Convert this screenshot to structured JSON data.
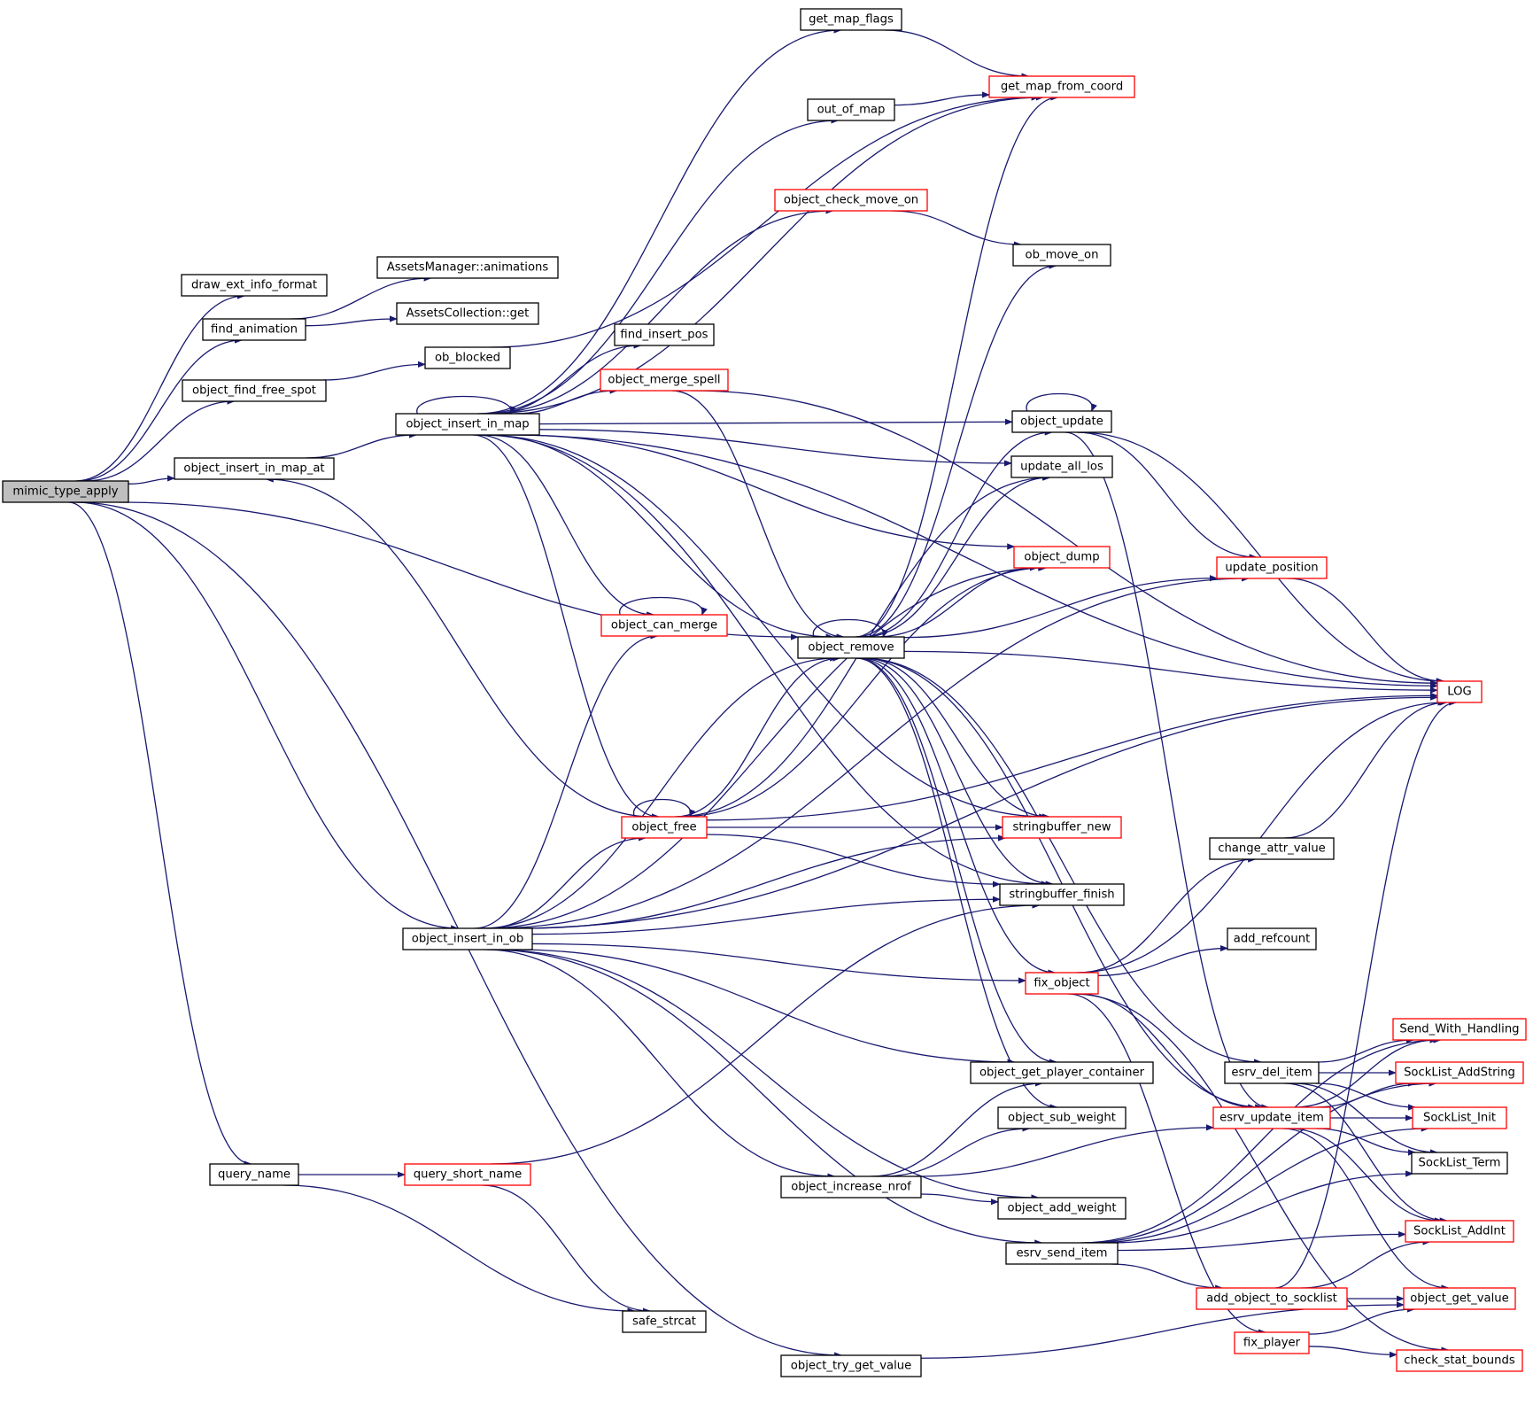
{
  "graph": {
    "root": "mimic_type_apply",
    "colors": {
      "edge": "#191970",
      "node_border": "#000000",
      "truncated_node_border": "#ff0000",
      "root_fill": "#bfbfbf"
    },
    "nodes": [
      {
        "id": "mimic_type_apply",
        "label": "mimic_type_apply",
        "style": "root"
      },
      {
        "id": "draw_ext_info_format",
        "label": "draw_ext_info_format",
        "style": "normal"
      },
      {
        "id": "find_animation",
        "label": "find_animation",
        "style": "normal"
      },
      {
        "id": "object_find_free_spot",
        "label": "object_find_free_spot",
        "style": "normal"
      },
      {
        "id": "object_insert_in_map_at",
        "label": "object_insert_in_map_at",
        "style": "normal"
      },
      {
        "id": "object_insert_in_ob",
        "label": "object_insert_in_ob",
        "style": "normal"
      },
      {
        "id": "query_name",
        "label": "query_name",
        "style": "normal"
      },
      {
        "id": "object_try_get_value",
        "label": "object_try_get_value",
        "style": "normal"
      },
      {
        "id": "AssetsManager_animations",
        "label": "AssetsManager::animations",
        "style": "normal"
      },
      {
        "id": "AssetsCollection_get",
        "label": "AssetsCollection::get",
        "style": "normal"
      },
      {
        "id": "ob_blocked",
        "label": "ob_blocked",
        "style": "normal"
      },
      {
        "id": "object_insert_in_map",
        "label": "object_insert_in_map",
        "style": "normal"
      },
      {
        "id": "find_insert_pos",
        "label": "find_insert_pos",
        "style": "normal"
      },
      {
        "id": "object_merge_spell",
        "label": "object_merge_spell",
        "style": "red"
      },
      {
        "id": "object_can_merge",
        "label": "object_can_merge",
        "style": "red"
      },
      {
        "id": "object_free",
        "label": "object_free",
        "style": "red"
      },
      {
        "id": "query_short_name",
        "label": "query_short_name",
        "style": "red"
      },
      {
        "id": "safe_strcat",
        "label": "safe_strcat",
        "style": "normal"
      },
      {
        "id": "get_map_flags",
        "label": "get_map_flags",
        "style": "normal"
      },
      {
        "id": "out_of_map",
        "label": "out_of_map",
        "style": "normal"
      },
      {
        "id": "object_check_move_on",
        "label": "object_check_move_on",
        "style": "red"
      },
      {
        "id": "object_remove",
        "label": "object_remove",
        "style": "normal"
      },
      {
        "id": "object_increase_nrof",
        "label": "object_increase_nrof",
        "style": "normal"
      },
      {
        "id": "get_map_from_coord",
        "label": "get_map_from_coord",
        "style": "red"
      },
      {
        "id": "ob_move_on",
        "label": "ob_move_on",
        "style": "normal"
      },
      {
        "id": "object_update",
        "label": "object_update",
        "style": "normal"
      },
      {
        "id": "update_all_los",
        "label": "update_all_los",
        "style": "normal"
      },
      {
        "id": "object_dump",
        "label": "object_dump",
        "style": "red"
      },
      {
        "id": "stringbuffer_new",
        "label": "stringbuffer_new",
        "style": "red"
      },
      {
        "id": "stringbuffer_finish",
        "label": "stringbuffer_finish",
        "style": "normal"
      },
      {
        "id": "fix_object",
        "label": "fix_object",
        "style": "red"
      },
      {
        "id": "object_get_player_container",
        "label": "object_get_player_container",
        "style": "normal"
      },
      {
        "id": "object_sub_weight",
        "label": "object_sub_weight",
        "style": "normal"
      },
      {
        "id": "object_add_weight",
        "label": "object_add_weight",
        "style": "normal"
      },
      {
        "id": "esrv_send_item",
        "label": "esrv_send_item",
        "style": "normal"
      },
      {
        "id": "update_position",
        "label": "update_position",
        "style": "red"
      },
      {
        "id": "change_attr_value",
        "label": "change_attr_value",
        "style": "normal"
      },
      {
        "id": "add_refcount",
        "label": "add_refcount",
        "style": "normal"
      },
      {
        "id": "esrv_del_item",
        "label": "esrv_del_item",
        "style": "normal"
      },
      {
        "id": "esrv_update_item",
        "label": "esrv_update_item",
        "style": "red"
      },
      {
        "id": "add_object_to_socklist",
        "label": "add_object_to_socklist",
        "style": "red"
      },
      {
        "id": "fix_player",
        "label": "fix_player",
        "style": "red"
      },
      {
        "id": "LOG",
        "label": "LOG",
        "style": "red"
      },
      {
        "id": "Send_With_Handling",
        "label": "Send_With_Handling",
        "style": "red"
      },
      {
        "id": "SockList_AddString",
        "label": "SockList_AddString",
        "style": "red"
      },
      {
        "id": "SockList_Init",
        "label": "SockList_Init",
        "style": "red"
      },
      {
        "id": "SockList_Term",
        "label": "SockList_Term",
        "style": "normal"
      },
      {
        "id": "SockList_AddInt",
        "label": "SockList_AddInt",
        "style": "red"
      },
      {
        "id": "object_get_value",
        "label": "object_get_value",
        "style": "red"
      },
      {
        "id": "check_stat_bounds",
        "label": "check_stat_bounds",
        "style": "red"
      }
    ],
    "edges": [
      [
        "mimic_type_apply",
        "draw_ext_info_format"
      ],
      [
        "mimic_type_apply",
        "find_animation"
      ],
      [
        "mimic_type_apply",
        "object_find_free_spot"
      ],
      [
        "mimic_type_apply",
        "object_insert_in_map_at"
      ],
      [
        "mimic_type_apply",
        "object_remove"
      ],
      [
        "mimic_type_apply",
        "object_insert_in_ob"
      ],
      [
        "mimic_type_apply",
        "query_name"
      ],
      [
        "mimic_type_apply",
        "object_try_get_value"
      ],
      [
        "find_animation",
        "AssetsManager_animations"
      ],
      [
        "find_animation",
        "AssetsCollection_get"
      ],
      [
        "object_find_free_spot",
        "ob_blocked"
      ],
      [
        "ob_blocked",
        "get_map_from_coord"
      ],
      [
        "object_insert_in_map_at",
        "object_insert_in_map"
      ],
      [
        "object_insert_in_map",
        "object_insert_in_map"
      ],
      [
        "object_insert_in_map",
        "get_map_flags"
      ],
      [
        "object_insert_in_map",
        "get_map_from_coord"
      ],
      [
        "object_insert_in_map",
        "out_of_map"
      ],
      [
        "object_insert_in_map",
        "LOG"
      ],
      [
        "object_insert_in_map",
        "object_check_move_on"
      ],
      [
        "object_insert_in_map",
        "object_update"
      ],
      [
        "object_insert_in_map",
        "update_all_los"
      ],
      [
        "object_insert_in_map",
        "find_insert_pos"
      ],
      [
        "object_insert_in_map",
        "object_merge_spell"
      ],
      [
        "object_insert_in_map",
        "object_dump"
      ],
      [
        "object_insert_in_map",
        "object_can_merge"
      ],
      [
        "object_insert_in_map",
        "object_remove"
      ],
      [
        "object_insert_in_map",
        "object_free"
      ],
      [
        "object_insert_in_map",
        "stringbuffer_new"
      ],
      [
        "object_insert_in_map",
        "stringbuffer_finish"
      ],
      [
        "object_merge_spell",
        "LOG"
      ],
      [
        "object_merge_spell",
        "object_remove"
      ],
      [
        "object_can_merge",
        "object_can_merge"
      ],
      [
        "object_free",
        "object_free"
      ],
      [
        "object_free",
        "object_insert_in_map_at"
      ],
      [
        "object_free",
        "update_all_los"
      ],
      [
        "object_free",
        "object_dump"
      ],
      [
        "object_free",
        "object_remove"
      ],
      [
        "object_free",
        "LOG"
      ],
      [
        "object_free",
        "stringbuffer_new"
      ],
      [
        "object_free",
        "stringbuffer_finish"
      ],
      [
        "object_insert_in_ob",
        "object_can_merge"
      ],
      [
        "object_insert_in_ob",
        "object_free"
      ],
      [
        "object_insert_in_ob",
        "update_position"
      ],
      [
        "object_insert_in_ob",
        "object_dump"
      ],
      [
        "object_insert_in_ob",
        "object_remove"
      ],
      [
        "object_insert_in_ob",
        "stringbuffer_new"
      ],
      [
        "object_insert_in_ob",
        "stringbuffer_finish"
      ],
      [
        "object_insert_in_ob",
        "LOG"
      ],
      [
        "object_insert_in_ob",
        "fix_object"
      ],
      [
        "object_insert_in_ob",
        "object_get_player_container"
      ],
      [
        "object_insert_in_ob",
        "object_increase_nrof"
      ],
      [
        "object_insert_in_ob",
        "object_add_weight"
      ],
      [
        "object_insert_in_ob",
        "esrv_send_item"
      ],
      [
        "query_name",
        "query_short_name"
      ],
      [
        "query_name",
        "safe_strcat"
      ],
      [
        "query_short_name",
        "stringbuffer_finish"
      ],
      [
        "query_short_name",
        "safe_strcat"
      ],
      [
        "object_try_get_value",
        "object_get_value"
      ],
      [
        "get_map_flags",
        "get_map_from_coord"
      ],
      [
        "out_of_map",
        "get_map_from_coord"
      ],
      [
        "object_check_move_on",
        "ob_move_on"
      ],
      [
        "object_remove",
        "object_remove"
      ],
      [
        "object_remove",
        "get_map_from_coord"
      ],
      [
        "object_remove",
        "ob_move_on"
      ],
      [
        "object_remove",
        "object_update"
      ],
      [
        "object_remove",
        "update_all_los"
      ],
      [
        "object_remove",
        "object_dump"
      ],
      [
        "object_remove",
        "update_position"
      ],
      [
        "object_remove",
        "LOG"
      ],
      [
        "object_remove",
        "stringbuffer_new"
      ],
      [
        "object_remove",
        "stringbuffer_finish"
      ],
      [
        "object_remove",
        "fix_object"
      ],
      [
        "object_remove",
        "object_get_player_container"
      ],
      [
        "object_remove",
        "object_sub_weight"
      ],
      [
        "object_remove",
        "esrv_del_item"
      ],
      [
        "object_remove",
        "esrv_update_item"
      ],
      [
        "object_update",
        "object_update"
      ],
      [
        "object_update",
        "update_position"
      ],
      [
        "object_update",
        "LOG"
      ],
      [
        "object_update",
        "esrv_update_item"
      ],
      [
        "update_position",
        "LOG"
      ],
      [
        "object_increase_nrof",
        "object_get_player_container"
      ],
      [
        "object_increase_nrof",
        "object_sub_weight"
      ],
      [
        "object_increase_nrof",
        "object_add_weight"
      ],
      [
        "object_increase_nrof",
        "esrv_update_item"
      ],
      [
        "fix_object",
        "change_attr_value"
      ],
      [
        "fix_object",
        "add_refcount"
      ],
      [
        "fix_object",
        "LOG"
      ],
      [
        "fix_object",
        "esrv_update_item"
      ],
      [
        "fix_object",
        "fix_player"
      ],
      [
        "fix_object",
        "check_stat_bounds"
      ],
      [
        "change_attr_value",
        "LOG"
      ],
      [
        "esrv_del_item",
        "Send_With_Handling"
      ],
      [
        "esrv_del_item",
        "SockList_AddString"
      ],
      [
        "esrv_del_item",
        "SockList_Init"
      ],
      [
        "esrv_del_item",
        "SockList_Term"
      ],
      [
        "esrv_del_item",
        "SockList_AddInt"
      ],
      [
        "esrv_update_item",
        "Send_With_Handling"
      ],
      [
        "esrv_update_item",
        "SockList_AddString"
      ],
      [
        "esrv_update_item",
        "SockList_Init"
      ],
      [
        "esrv_update_item",
        "SockList_Term"
      ],
      [
        "esrv_update_item",
        "SockList_AddInt"
      ],
      [
        "esrv_update_item",
        "object_get_value"
      ],
      [
        "esrv_send_item",
        "Send_With_Handling"
      ],
      [
        "esrv_send_item",
        "SockList_AddString"
      ],
      [
        "esrv_send_item",
        "SockList_Init"
      ],
      [
        "esrv_send_item",
        "SockList_Term"
      ],
      [
        "esrv_send_item",
        "SockList_AddInt"
      ],
      [
        "esrv_send_item",
        "add_object_to_socklist"
      ],
      [
        "add_object_to_socklist",
        "LOG"
      ],
      [
        "add_object_to_socklist",
        "SockList_AddInt"
      ],
      [
        "add_object_to_socklist",
        "object_get_value"
      ],
      [
        "fix_player",
        "object_get_value"
      ],
      [
        "fix_player",
        "check_stat_bounds"
      ]
    ]
  }
}
